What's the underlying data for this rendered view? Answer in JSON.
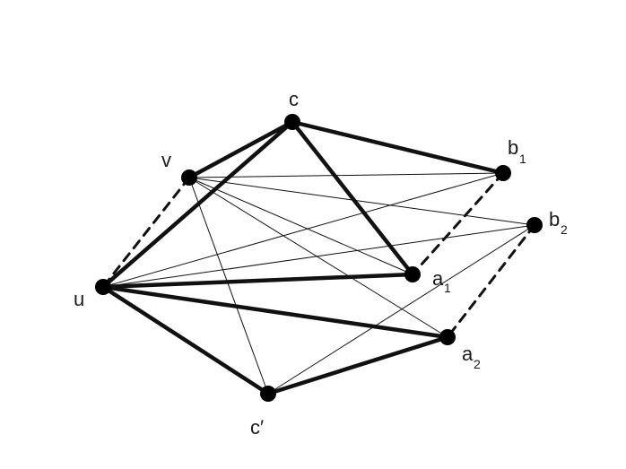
{
  "diagram": {
    "nodes": [
      {
        "id": "c",
        "label": "c",
        "sub": ""
      },
      {
        "id": "v",
        "label": "v",
        "sub": ""
      },
      {
        "id": "b1",
        "label": "b",
        "sub": "1"
      },
      {
        "id": "b2",
        "label": "b",
        "sub": "2"
      },
      {
        "id": "u",
        "label": "u",
        "sub": ""
      },
      {
        "id": "a1",
        "label": "a",
        "sub": "1"
      },
      {
        "id": "a2",
        "label": "a",
        "sub": "2"
      },
      {
        "id": "cp",
        "label": "c′",
        "sub": ""
      }
    ],
    "edges": [
      {
        "from": "c",
        "to": "v",
        "style": "thick"
      },
      {
        "from": "c",
        "to": "b1",
        "style": "thick"
      },
      {
        "from": "c",
        "to": "u",
        "style": "thick"
      },
      {
        "from": "c",
        "to": "a1",
        "style": "thick"
      },
      {
        "from": "u",
        "to": "a1",
        "style": "thick"
      },
      {
        "from": "u",
        "to": "a2",
        "style": "thick"
      },
      {
        "from": "u",
        "to": "cp",
        "style": "thick"
      },
      {
        "from": "cp",
        "to": "a2",
        "style": "thick"
      },
      {
        "from": "v",
        "to": "u",
        "style": "dashed"
      },
      {
        "from": "b1",
        "to": "a1",
        "style": "dashed"
      },
      {
        "from": "b2",
        "to": "a2",
        "style": "dashed"
      },
      {
        "from": "v",
        "to": "b1",
        "style": "thin"
      },
      {
        "from": "v",
        "to": "b2",
        "style": "thin"
      },
      {
        "from": "v",
        "to": "a1",
        "style": "thin"
      },
      {
        "from": "v",
        "to": "a2",
        "style": "thin"
      },
      {
        "from": "v",
        "to": "cp",
        "style": "thin"
      },
      {
        "from": "u",
        "to": "b1",
        "style": "thin"
      },
      {
        "from": "u",
        "to": "b2",
        "style": "thin"
      },
      {
        "from": "cp",
        "to": "b2",
        "style": "thin"
      }
    ]
  }
}
